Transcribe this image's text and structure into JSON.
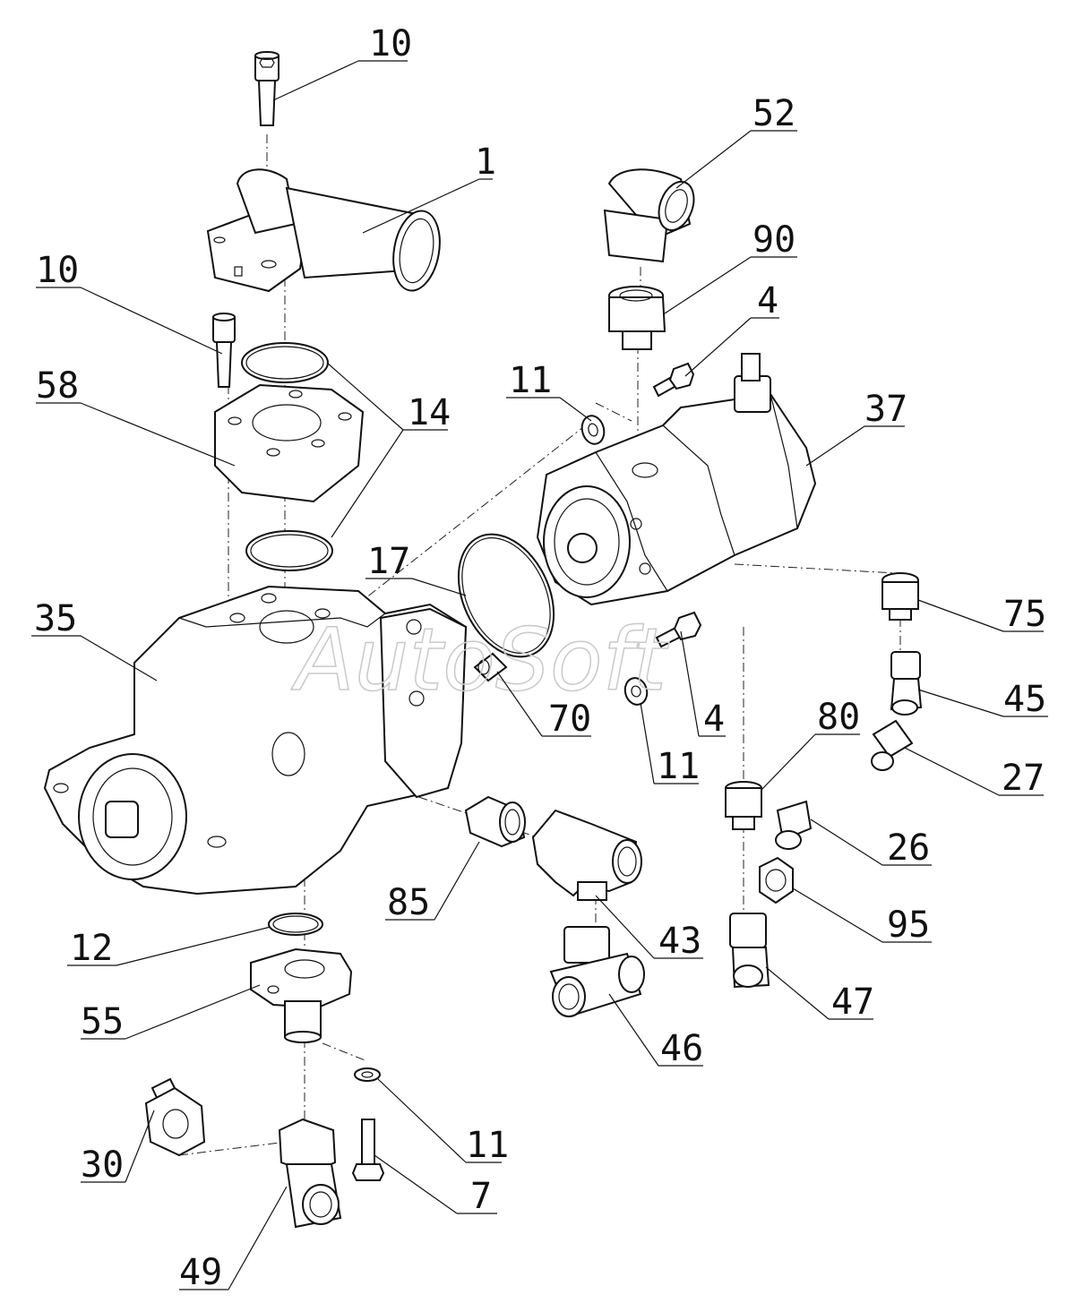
{
  "watermark": "AutoSoft",
  "callouts": {
    "c10_top": "10",
    "c1": "1",
    "c52": "52",
    "c90": "90",
    "c10_mid": "10",
    "c4_top": "4",
    "c58": "58",
    "c11_top": "11",
    "c14": "14",
    "c37": "37",
    "c17": "17",
    "c35": "35",
    "c75": "75",
    "c70": "70",
    "c4_mid": "4",
    "c45": "45",
    "c80": "80",
    "c11_mid": "11",
    "c27": "27",
    "c26": "26",
    "c85": "85",
    "c95": "95",
    "c12": "12",
    "c43": "43",
    "c47": "47",
    "c55": "55",
    "c46": "46",
    "c11_bot": "11",
    "c30": "30",
    "c7": "7",
    "c49": "49"
  }
}
